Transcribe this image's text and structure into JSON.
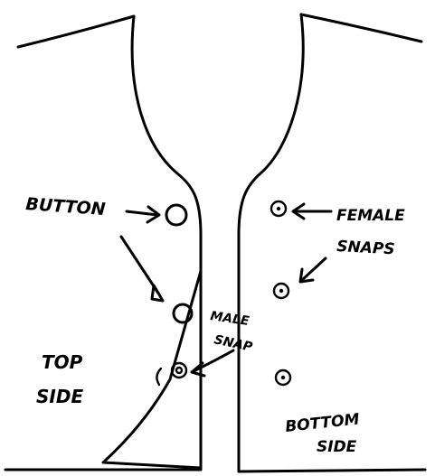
{
  "labels": {
    "button": "BUTTON",
    "female_snaps_line1": "FEMALE",
    "female_snaps_line2": "SNAPS",
    "male_snap_line1": "MALE",
    "male_snap_line2": "SNAP",
    "top_side_line1": "TOP",
    "top_side_line2": "SIDE",
    "bottom_side_line1": "BOTTOM",
    "bottom_side_line2": "SIDE"
  },
  "colors": {
    "ink": "#000000",
    "paper": "#ffffff"
  }
}
